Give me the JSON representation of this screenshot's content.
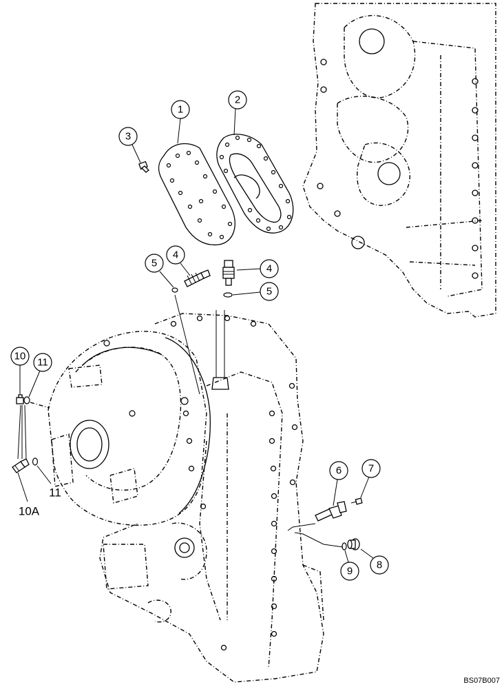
{
  "callouts": {
    "c1": "1",
    "c2": "2",
    "c3": "3",
    "c4a": "4",
    "c4b": "4",
    "c5a": "5",
    "c5b": "5",
    "c6": "6",
    "c7": "7",
    "c8": "8",
    "c9": "9",
    "c10": "10",
    "c11a": "11",
    "c11b": "11",
    "c10a": "10A"
  },
  "figure_code": "BS07B007"
}
